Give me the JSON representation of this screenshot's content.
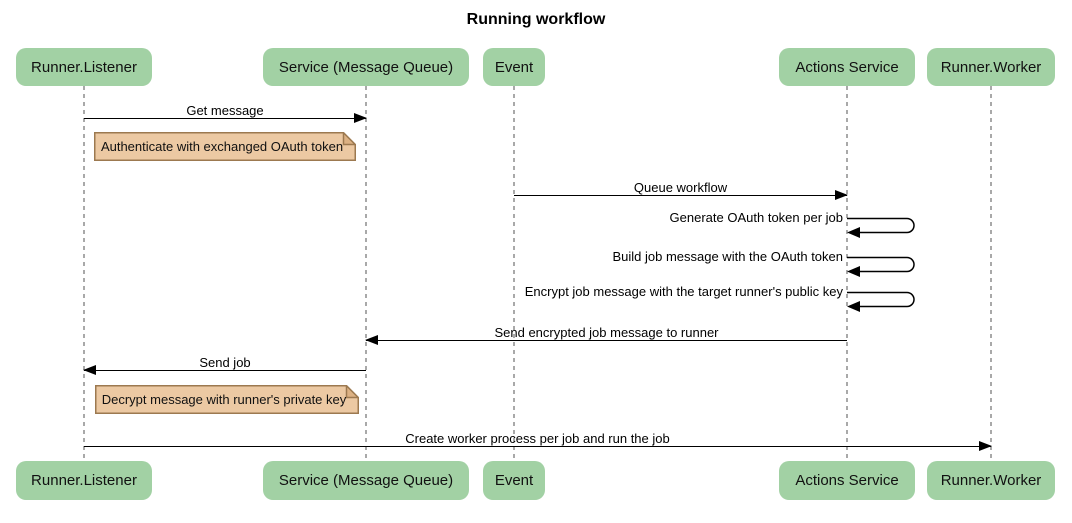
{
  "title": "Running workflow",
  "actors": [
    {
      "label": "Runner.Listener"
    },
    {
      "label": "Service (Message Queue)"
    },
    {
      "label": "Event"
    },
    {
      "label": "Actions Service"
    },
    {
      "label": "Runner.Worker"
    }
  ],
  "messages": [
    {
      "label": "Get message",
      "from": "Runner.Listener",
      "to": "Service (Message Queue)",
      "type": "arrow"
    },
    {
      "label": "Queue workflow",
      "from": "Event",
      "to": "Actions Service",
      "type": "arrow"
    },
    {
      "label": "Generate OAuth token per job",
      "from": "Actions Service",
      "to": "Actions Service",
      "type": "self"
    },
    {
      "label": "Build job message with the OAuth token",
      "from": "Actions Service",
      "to": "Actions Service",
      "type": "self"
    },
    {
      "label": "Encrypt job message with the target runner's public key",
      "from": "Actions Service",
      "to": "Actions Service",
      "type": "self"
    },
    {
      "label": "Send encrypted job message to runner",
      "from": "Actions Service",
      "to": "Service (Message Queue)",
      "type": "arrow"
    },
    {
      "label": "Send job",
      "from": "Service (Message Queue)",
      "to": "Runner.Listener",
      "type": "arrow"
    },
    {
      "label": "Create worker process per job and run the job",
      "from": "Runner.Listener",
      "to": "Runner.Worker",
      "type": "arrow"
    }
  ],
  "notes": [
    {
      "text": "Authenticate with exchanged OAuth token",
      "anchor": "Runner.Listener"
    },
    {
      "text": "Decrypt message with runner's private key",
      "anchor": "Runner.Listener"
    }
  ],
  "colors": {
    "actor_fill": "#a2d1a4",
    "note_fill": "#ecc9a3",
    "note_border": "#9c7950",
    "note_fold": "#dcb183",
    "lifeline": "#a9a9a9",
    "line": "#000000",
    "text": "#111111",
    "background": "#ffffff"
  }
}
